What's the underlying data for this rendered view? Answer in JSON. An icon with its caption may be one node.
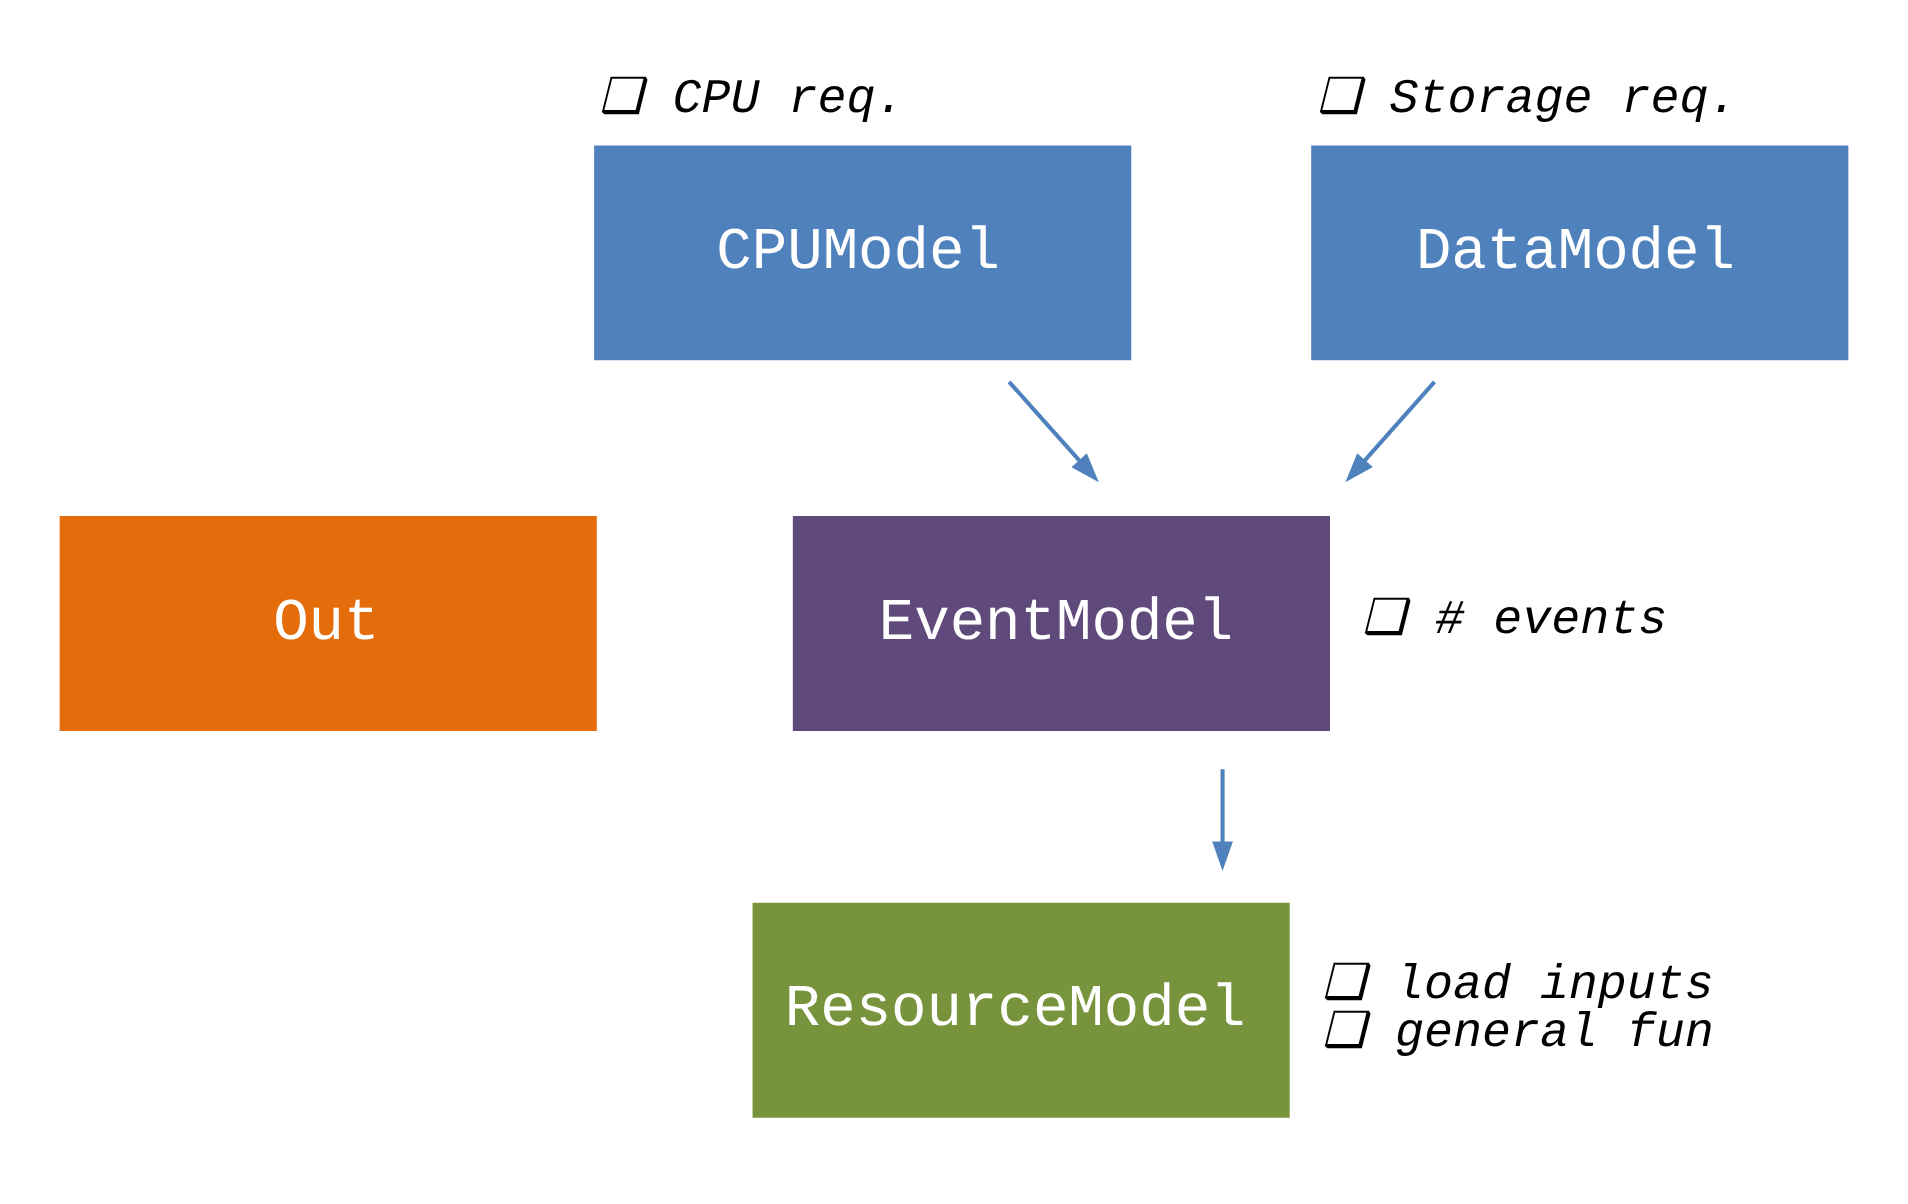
{
  "diagram": {
    "nodes": [
      {
        "text": [
          "CPUModel"
        ],
        "beside": [
          "❑ CPU req."
        ]
      },
      {
        "text": [
          "DataModel"
        ],
        "beside": [
          "❑ Storage req."
        ]
      },
      {
        "text": [
          "Out"
        ]
      },
      {
        "text": [
          "EventModel"
        ],
        "beside": [
          "❑ # events"
        ]
      },
      {
        "text": [
          "ResourceModel"
        ],
        "beside": [
          "❑ load inputs",
          "❑ general fun"
        ]
      }
    ],
    "edges": [
      {
        "from": 0,
        "to": 3,
        "arrow": "to"
      },
      {
        "from": 1,
        "to": 3,
        "arrow": "to"
      },
      {
        "from": 3,
        "to": 4,
        "arrow": "to"
      }
    ]
  }
}
